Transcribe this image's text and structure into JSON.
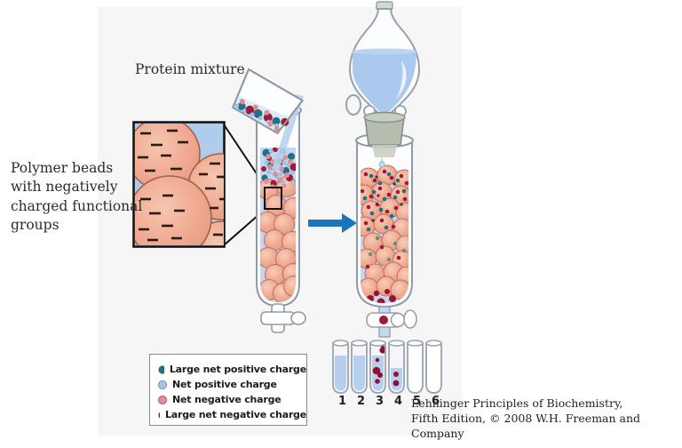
{
  "labels": {
    "protein_mixture": "Protein mixture",
    "polymer_beads_lines": [
      "Polymer beads",
      "with negatively",
      "charged functional",
      "groups"
    ]
  },
  "legend": {
    "items": [
      {
        "label": "Large net positive charge",
        "color": "#256e7e"
      },
      {
        "label": "Net positive charge",
        "color": "#a9c4de"
      },
      {
        "label": "Net negative charge",
        "color": "#dd8d92"
      },
      {
        "label": "Large net negative charge",
        "color": "#ab0f31"
      }
    ]
  },
  "test_tubes": {
    "numbers": [
      "1",
      "2",
      "3",
      "4",
      "5",
      "6"
    ]
  },
  "attribution_lines": [
    "Lehninger Principles of Biochemistry,",
    "Fifth Edition, © 2008 W.H. Freeman and",
    "Company"
  ],
  "colors": {
    "bead_fill": "#f0ab92",
    "bead_stroke": "#bb7263",
    "liquid_blue": "#c2d7f0",
    "inset_background": "#aecdeb",
    "arrow_blue": "#1a75bd",
    "stopper_gray": "#b4bdae",
    "drop_red": "#8e1030"
  }
}
